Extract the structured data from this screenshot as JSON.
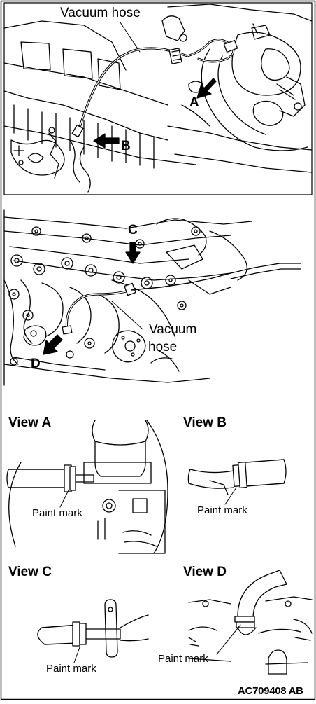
{
  "figure_id": "AC709408 AB",
  "top_panel": {
    "hose_label": "Vacuum hose",
    "arrow_a": "A",
    "arrow_b": "B"
  },
  "middle_panel": {
    "arrow_c": "C",
    "arrow_d": "D",
    "hose_label_line1": "Vacuum",
    "hose_label_line2": "hose"
  },
  "views": [
    {
      "title": "View A",
      "mark_label": "Paint mark"
    },
    {
      "title": "View B",
      "mark_label": "Paint mark"
    },
    {
      "title": "View C",
      "mark_label": "Paint mark"
    },
    {
      "title": "View D",
      "mark_label": "Paint mark"
    }
  ]
}
